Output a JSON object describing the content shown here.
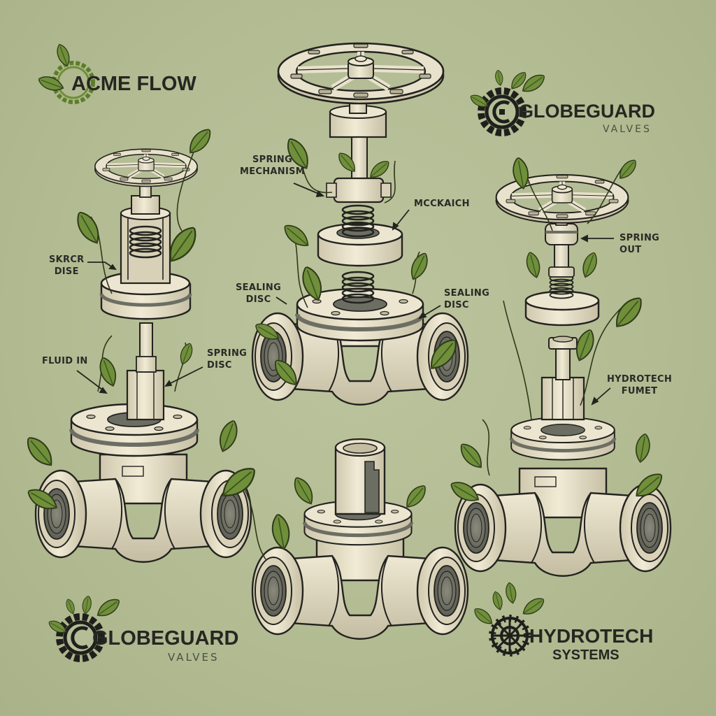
{
  "poster": {
    "theme": "Eco-industrial gate valve illustrations with brand logos",
    "colors": {
      "background": "#b4bd95",
      "metal": "#e6dfc8",
      "metal_shade": "#c9c2a8",
      "gasket": "#6d6e63",
      "outline": "#23231f",
      "leaf": "#6f8f3a",
      "leaf_dark": "#4f6b26",
      "text": "#2a2a26",
      "subtext": "#4c4f3e"
    }
  },
  "logos": {
    "acme": {
      "name": "ACME FLOW",
      "icon": "gear-leaf-icon"
    },
    "globeguard_top": {
      "name": "GLOBEGUARD",
      "tagline": "VALVES",
      "icon": "gear-c-icon"
    },
    "globeguard_bottom": {
      "name": "GLOBEGUARD",
      "tagline": "VALVES",
      "icon": "gear-c-icon"
    },
    "hydrotech": {
      "name": "HYDROTECH",
      "tagline": "SYSTEMS",
      "icon": "gear-wheel-icon"
    }
  },
  "valves": [
    {
      "id": "left-valve",
      "callouts": [
        {
          "text": "SKRCR\nDISE"
        },
        {
          "text": "FLUID IN"
        },
        {
          "text": "SPRING\nDISC"
        }
      ]
    },
    {
      "id": "center-valve",
      "callouts": [
        {
          "text": "SPRING\nMECHANISM"
        },
        {
          "text": "MCCKAICH"
        },
        {
          "text": "SEALING\nDISC"
        },
        {
          "text": "SEALING\nDISC"
        }
      ]
    },
    {
      "id": "right-valve",
      "callouts": [
        {
          "text": "SPRING\nOUT"
        },
        {
          "text": "HYDROTECH\nFUMET"
        }
      ]
    },
    {
      "id": "bottom-center-valve",
      "callouts": []
    }
  ]
}
